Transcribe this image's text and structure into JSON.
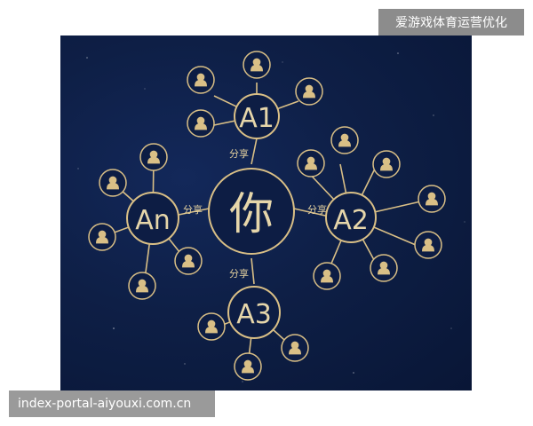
{
  "header_badge": "爱游戏体育运营优化",
  "footer_badge": "index-portal-aiyouxi.com.cn",
  "diagram": {
    "center_label": "你",
    "share_label": "分享",
    "nodes": [
      "A1",
      "A2",
      "A3",
      "An"
    ]
  },
  "icons": {
    "person": "user-icon"
  },
  "colors": {
    "gold": "#d9bf86",
    "background": "#0e1f46"
  }
}
